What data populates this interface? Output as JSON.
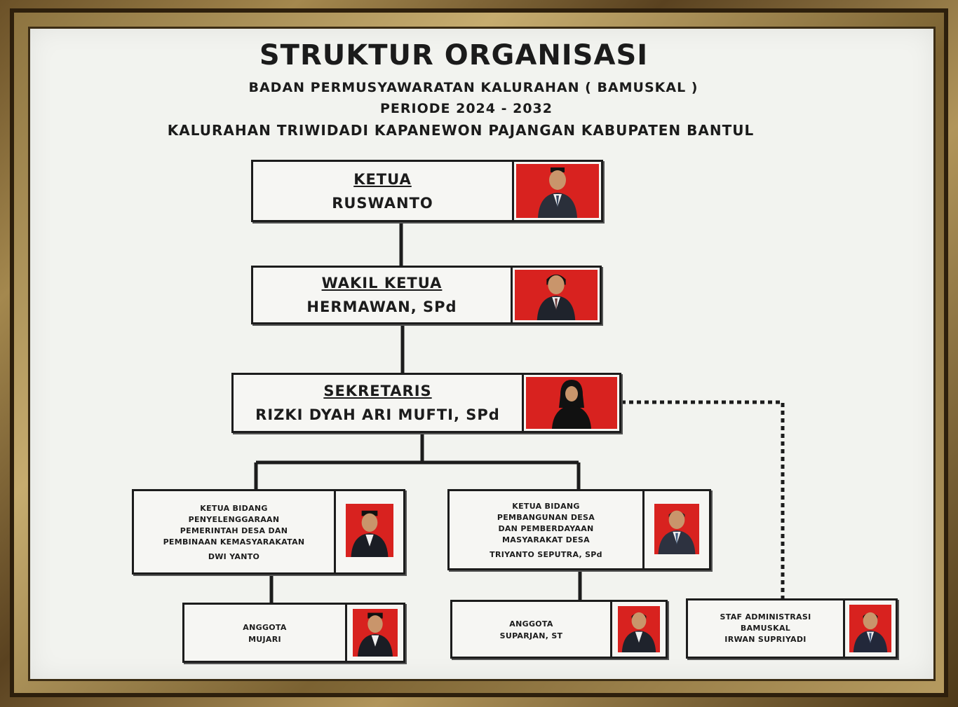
{
  "header": {
    "title": "STRUKTUR ORGANISASI",
    "subtitle": "BADAN PERMUSYAWARATAN KALURAHAN ( BAMUSKAL )",
    "period": "PERIODE 2024 - 2032",
    "location": "KALURAHAN TRIWIDADI KAPANEWON PAJANGAN KABUPATEN BANTUL"
  },
  "members": {
    "ketua": {
      "role": "KETUA",
      "name": "RUSWANTO"
    },
    "wakil": {
      "role": "WAKIL KETUA",
      "name": "HERMAWAN, SPd"
    },
    "sekretaris": {
      "role": "SEKRETARIS",
      "name": "RIZKI DYAH ARI MUFTI, SPd"
    },
    "bidang1": {
      "role": "KETUA BIDANG PENYELENGGARAAN PEMERINTAH DESA DAN PEMBINAAN KEMASYARAKATAN",
      "role_lines": [
        "KETUA BIDANG",
        "PENYELENGGARAAN",
        "PEMERINTAH DESA DAN",
        "PEMBINAAN KEMASYARAKATAN"
      ],
      "name": "DWI YANTO"
    },
    "bidang2": {
      "role": "KETUA BIDANG PEMBANGUNAN DESA DAN PEMBERDAYAAN MASYARAKAT DESA",
      "role_lines": [
        "KETUA BIDANG",
        "PEMBANGUNAN DESA",
        "DAN PEMBERDAYAAN",
        "MASYARAKAT DESA"
      ],
      "name": "TRIYANTO SEPUTRA, SPd"
    },
    "anggota1": {
      "role": "ANGGOTA",
      "name": "MUJARI"
    },
    "anggota2": {
      "role": "ANGGOTA",
      "name": "SUPARJAN, ST"
    },
    "staf": {
      "role_lines": [
        "STAF ADMINISTRASI",
        "BAMUSKAL"
      ],
      "name": "IRWAN SUPRIYADI"
    }
  },
  "colors": {
    "photo_background": "#d8221f",
    "line": "#1c1c1c",
    "board": "#f2f3ef",
    "frame": "#8d7440"
  }
}
